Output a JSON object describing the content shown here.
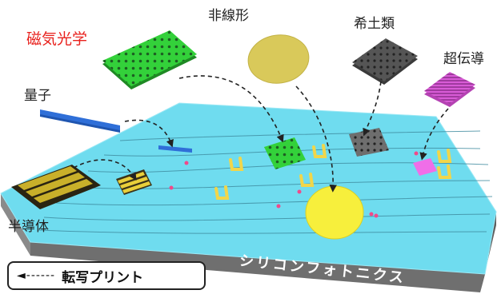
{
  "labels": {
    "magneto_optic": "磁気光学",
    "nonlinear": "非線形",
    "rare_earth": "希土類",
    "superconductor": "超伝導",
    "quantum": "量子",
    "semiconductor": "半導体",
    "platform": "シリコンフォトニクス"
  },
  "legend": {
    "arrow": "◄------",
    "text": "転写プリント"
  },
  "colors": {
    "magneto_optic_label": "#e8201c",
    "slab_top": "#6fdcef",
    "slab_side": "#6f6f6f",
    "green_chip": "#33d13a",
    "nonlinear_disk": "#d9c95a",
    "rare_earth_chip": "#555555",
    "superconductor_chip": "#d85bd6",
    "quantum_bar": "#2f6fd8",
    "semiconductor_chip": "#3a3218",
    "yellow_disk": "#f7ef3c"
  }
}
